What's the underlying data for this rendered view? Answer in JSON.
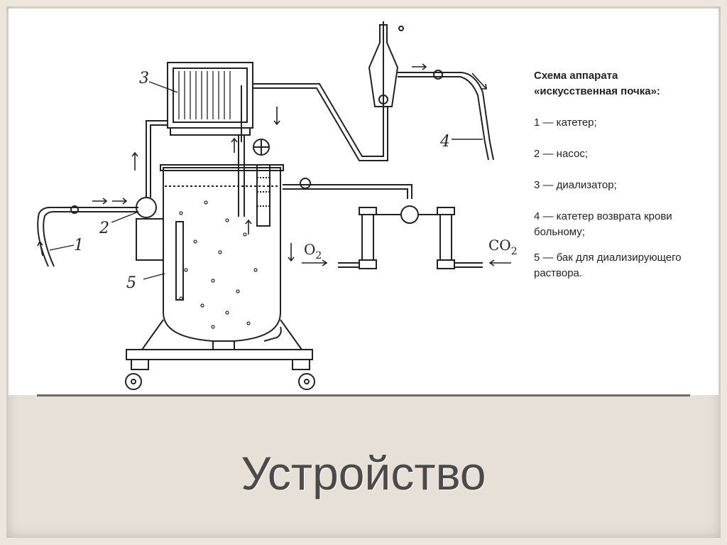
{
  "slide": {
    "title": "Устройство"
  },
  "diagram": {
    "legend": {
      "title_line1": "Схема аппарата",
      "title_line2": "«искусственная почка»:",
      "items": [
        {
          "text": "1 — катетер;"
        },
        {
          "text": "2 — насос;"
        },
        {
          "text": "3 — диализатор;"
        },
        {
          "text": "4 — катетер возврата крови больному;"
        },
        {
          "text": "5 — бак для диализирующего раствора."
        }
      ]
    },
    "callouts": [
      "1",
      "2",
      "3",
      "4",
      "5"
    ],
    "gases": {
      "o2_main": "O",
      "o2_sub": "2",
      "co2_main": "CO",
      "co2_sub": "2"
    }
  }
}
